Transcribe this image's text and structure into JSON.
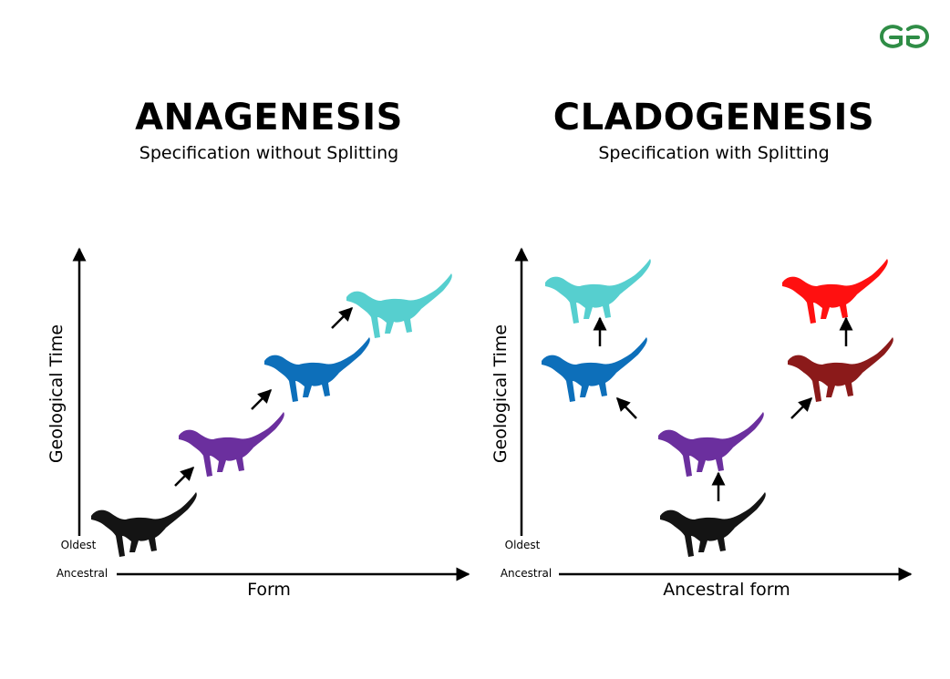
{
  "panels": [
    {
      "title": "ANAGENESIS",
      "subtitle": "Specification without Splitting",
      "y_axis_label": "Geological Time",
      "x_axis_label": "Form",
      "y_start_label": "Oldest",
      "x_start_label": "Ancestral"
    },
    {
      "title": "CLADOGENESIS",
      "subtitle": "Specification with Splitting",
      "y_axis_label": "Geological Time",
      "x_axis_label": "Ancestral form",
      "y_start_label": "Oldest",
      "x_start_label": "Ancestral"
    }
  ],
  "colors": {
    "black": "#141414",
    "purple": "#6b2f9e",
    "blue": "#0d6fba",
    "cyan": "#56cfcf",
    "dark_red": "#8b1a1a",
    "red": "#ff1010",
    "logo_green": "#2f8d46"
  },
  "logo": "GfG"
}
